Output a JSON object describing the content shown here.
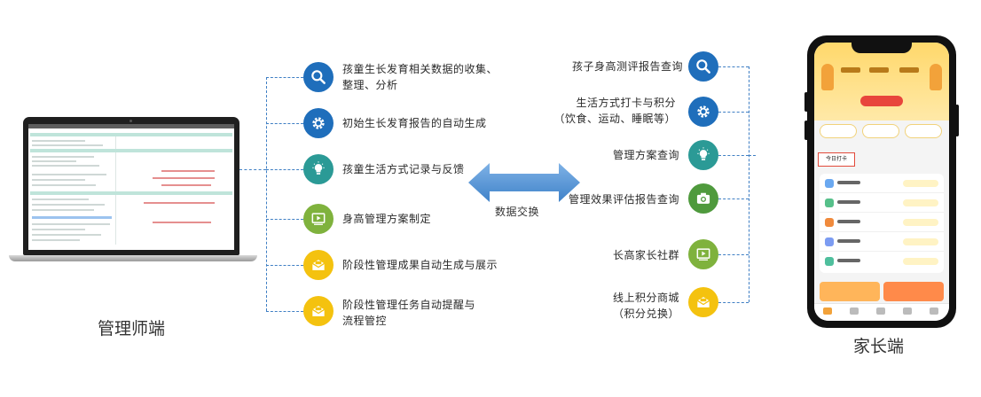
{
  "labels": {
    "admin_side": "管理师端",
    "parent_side": "家长端",
    "exchange": "数据交换"
  },
  "left_features": [
    {
      "line1": "孩童生长发育相关数据的收集、",
      "line2": "整理、分析",
      "icon": "search-icon",
      "color": "#1f6ebb"
    },
    {
      "line1": "初始生长发育报告的自动生成",
      "line2": "",
      "icon": "gear-icon",
      "color": "#1f6ebb"
    },
    {
      "line1": "孩童生活方式记录与反馈",
      "line2": "",
      "icon": "lightbulb-icon",
      "color": "#2b9a96"
    },
    {
      "line1": "身高管理方案制定",
      "line2": "",
      "icon": "video-play-icon",
      "color": "#7fb23d"
    },
    {
      "line1": "阶段性管理成果自动生成与展示",
      "line2": "",
      "icon": "mail-icon",
      "color": "#f4c20f"
    },
    {
      "line1": "阶段性管理任务自动提醒与",
      "line2": "流程管控",
      "icon": "mail-icon",
      "color": "#f4c20f"
    }
  ],
  "right_features": [
    {
      "line1": "孩子身高测评报告查询",
      "line2": "",
      "icon": "search-icon",
      "color": "#1f6ebb"
    },
    {
      "line1": "生活方式打卡与积分",
      "line2": "（饮食、运动、睡眠等）",
      "icon": "gear-icon",
      "color": "#1f6ebb"
    },
    {
      "line1": "管理方案查询",
      "line2": "",
      "icon": "lightbulb-icon",
      "color": "#2b9a96"
    },
    {
      "line1": "管理效果评估报告查询",
      "line2": "",
      "icon": "camera-icon",
      "color": "#4f9a3d"
    },
    {
      "line1": "长高家长社群",
      "line2": "",
      "icon": "video-play-icon",
      "color": "#7fb23d"
    },
    {
      "line1": "线上积分商城",
      "line2": "（积分兑换）",
      "icon": "mail-icon",
      "color": "#f4c20f"
    }
  ],
  "phone": {
    "today_label": "今日打卡"
  }
}
